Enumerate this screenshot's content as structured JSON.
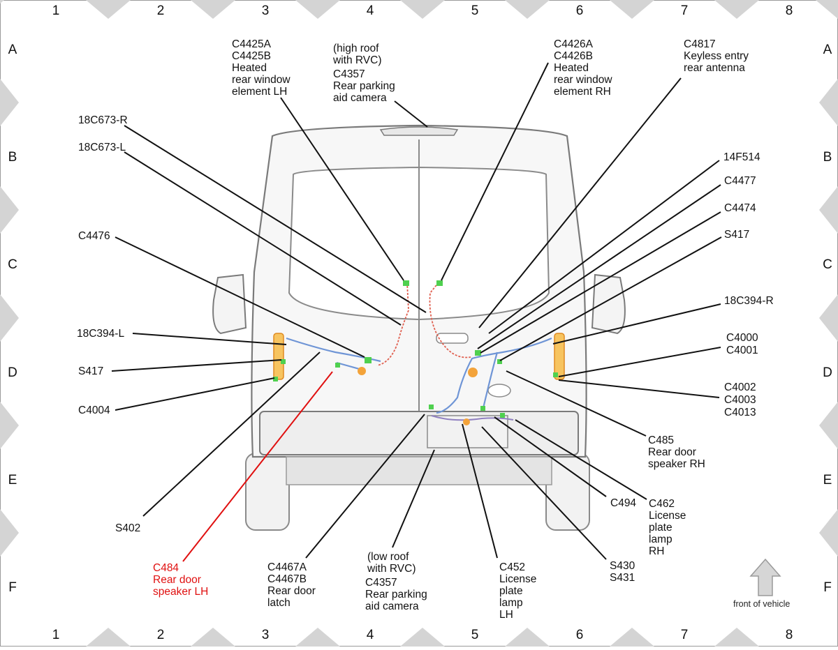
{
  "grid": {
    "columns": [
      "1",
      "2",
      "3",
      "4",
      "5",
      "6",
      "7",
      "8"
    ],
    "rows": [
      "A",
      "B",
      "C",
      "D",
      "E",
      "F"
    ]
  },
  "labels": {
    "c4425": [
      "C4425A",
      "C4425B",
      "Heated",
      "rear window",
      "element LH"
    ],
    "c4357_high": [
      "(high roof",
      "with RVC)",
      "C4357",
      "Rear parking",
      "aid camera"
    ],
    "c4426": [
      "C4426A",
      "C4426B",
      "Heated",
      "rear window",
      "element RH"
    ],
    "c4817": [
      "C4817",
      "Keyless entry",
      "rear antenna"
    ],
    "c18c673r": "18C673-R",
    "c18c673l": "18C673-L",
    "c14f514": "14F514",
    "c4477": "C4477",
    "c4474": "C4474",
    "s417_r": "S417",
    "c4476": "C4476",
    "c18c394r": "18C394-R",
    "c18c394l": "18C394-L",
    "c4000": [
      "C4000",
      "C4001"
    ],
    "s417_l": "S417",
    "c4002": [
      "C4002",
      "C4003",
      "C4013"
    ],
    "c4004": "C4004",
    "c485": [
      "C485",
      "Rear door",
      "speaker RH"
    ],
    "s402": "S402",
    "c494": "C494",
    "c462": [
      "C462",
      "License",
      "plate",
      "lamp",
      "RH"
    ],
    "c484": [
      "C484",
      "Rear door",
      "speaker LH"
    ],
    "c4467": [
      "C4467A",
      "C4467B",
      "Rear door",
      "latch"
    ],
    "c4357_low": [
      "(low roof",
      "with RVC)",
      "C4357",
      "Rear parking",
      "aid camera"
    ],
    "c452": [
      "C452",
      "License",
      "plate",
      "lamp",
      "LH"
    ],
    "s430": [
      "S430",
      "S431"
    ]
  },
  "legend": {
    "front_of_vehicle": "front of vehicle",
    "arrow_icon": "up-arrow-icon"
  },
  "colors": {
    "highlight": "#e01010",
    "wire_blue": "#6f95d6",
    "wire_red": "#e06050",
    "connector_green": "#4fd04f",
    "connector_orange": "#f3a33a"
  }
}
